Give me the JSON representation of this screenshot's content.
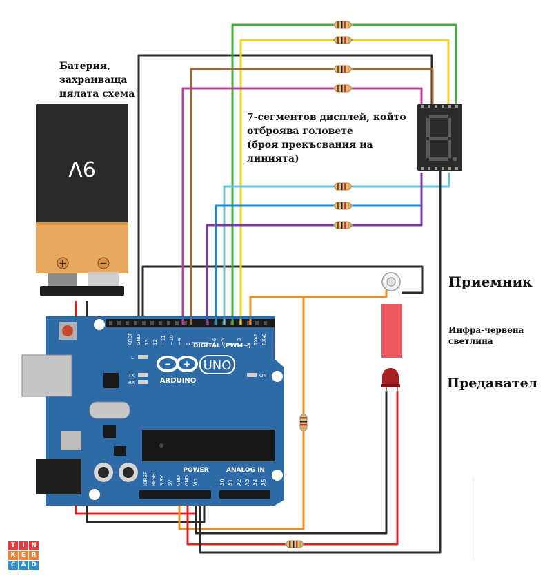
{
  "labels": {
    "battery": [
      "Батерия,",
      "захранваща",
      "цялата схема"
    ],
    "display": [
      "7-сегментов дисплей, който",
      "отброява головете",
      "(броя прекъсвания на",
      "линията)"
    ],
    "receiver": "Приемник",
    "infrared": [
      "Инфра-червена",
      "светлина"
    ],
    "transmitter": "Предавател"
  },
  "battery": {
    "voltage_text": "9V",
    "plus": "+",
    "minus": "−"
  },
  "arduino": {
    "brand": "ARDUINO",
    "model": "UNO",
    "digital_header": "DIGITAL (PWM~)",
    "digital_pins": [
      "AREF",
      "GND",
      "13",
      "12",
      "~11",
      "~10",
      "~9",
      "8",
      "7",
      "~6",
      "~5",
      "4",
      "~3",
      "2",
      "TX▸1",
      "RX◂0"
    ],
    "power_header": "POWER",
    "power_pins": [
      "IOREF",
      "RESET",
      "3.3V",
      "5V",
      "GND",
      "GND",
      "Vin"
    ],
    "analog_header": "ANALOG IN",
    "analog_pins": [
      "A0",
      "A1",
      "A2",
      "A3",
      "A4",
      "A5"
    ],
    "led_l": "L",
    "led_tx": "TX",
    "led_rx": "RX",
    "on_label": "ON"
  },
  "logo": {
    "letters": [
      "T",
      "I",
      "N",
      "K",
      "E",
      "R",
      "C",
      "A",
      "D"
    ],
    "colors": [
      "#e2383f",
      "#e2383f",
      "#e2383f",
      "#e8833a",
      "#e8833a",
      "#e8833a",
      "#2f8fce",
      "#2f8fce",
      "#2f8fce"
    ]
  },
  "colors": {
    "board": "#2e6aa6",
    "wire_red": "#d92121",
    "wire_black": "#2a2a2a",
    "wire_green": "#47ad3c",
    "wire_yellow": "#f2d316",
    "wire_brown": "#9a6a3a",
    "wire_magenta": "#c0399b",
    "wire_cyan": "#6fc3d6",
    "wire_blue": "#1e86c8",
    "wire_purple": "#7a3aa3",
    "wire_orange": "#ef8f1c",
    "ir_led": "#ec5760"
  }
}
